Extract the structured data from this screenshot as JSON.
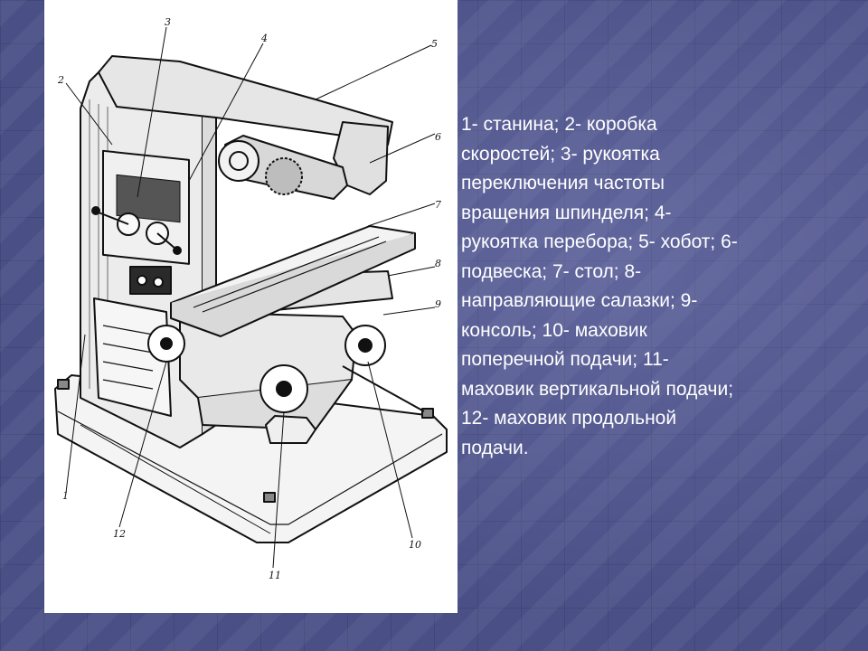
{
  "slide": {
    "background_color": "#4a4f86",
    "text_color": "#ffffff"
  },
  "figure": {
    "callouts": [
      "1",
      "2",
      "3",
      "4",
      "5",
      "6",
      "7",
      "8",
      "9",
      "10",
      "11",
      "12"
    ]
  },
  "caption": {
    "text": "1- станина; 2- коробка\nскоростей; 3- рукоятка\nпереключения частоты\nвращения шпинделя; 4-\nрукоятка перебора; 5- хобот; 6-\nподвеска; 7- стол; 8-\nнаправляющие салазки; 9-\nконсоль; 10- маховик\nпоперечной подачи; 11-\nмаховик вертикальной подачи;\n12- маховик продольной\nподачи."
  }
}
